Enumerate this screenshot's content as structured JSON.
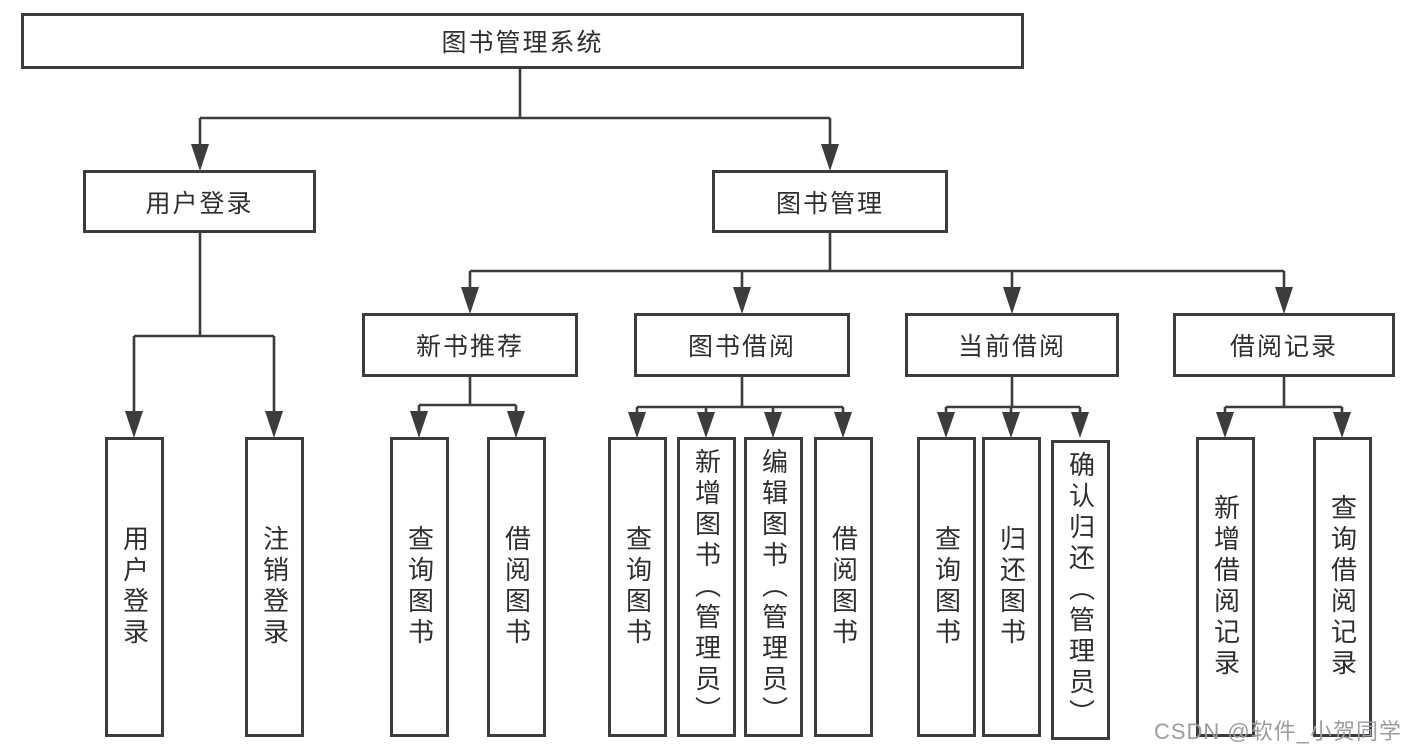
{
  "tree": {
    "root": {
      "label": "图书管理系统"
    },
    "branches": [
      {
        "label": "用户登录",
        "children": [
          {
            "label": "用户登录"
          },
          {
            "label": "注销登录"
          }
        ]
      },
      {
        "label": "图书管理",
        "children": [
          {
            "label": "新书推荐",
            "children": [
              {
                "label": "查询图书"
              },
              {
                "label": "借阅图书"
              }
            ]
          },
          {
            "label": "图书借阅",
            "children": [
              {
                "label": "查询图书"
              },
              {
                "label": "新增图书（管理员）"
              },
              {
                "label": "编辑图书（管理员）"
              },
              {
                "label": "借阅图书"
              }
            ]
          },
          {
            "label": "当前借阅",
            "children": [
              {
                "label": "查询图书"
              },
              {
                "label": "归还图书"
              },
              {
                "label": "确认归还（管理员）"
              }
            ]
          },
          {
            "label": "借阅记录",
            "children": [
              {
                "label": "新增借阅记录"
              },
              {
                "label": "查询借阅记录"
              }
            ]
          }
        ]
      }
    ]
  },
  "watermark": {
    "text": "CSDN @软件_小贺同学"
  },
  "colors": {
    "line": "#3c3c3c",
    "border": "#3c3c3c",
    "box_background": "#ffffff",
    "text": "#2f2f2f",
    "watermark": "#9d9ba1"
  }
}
